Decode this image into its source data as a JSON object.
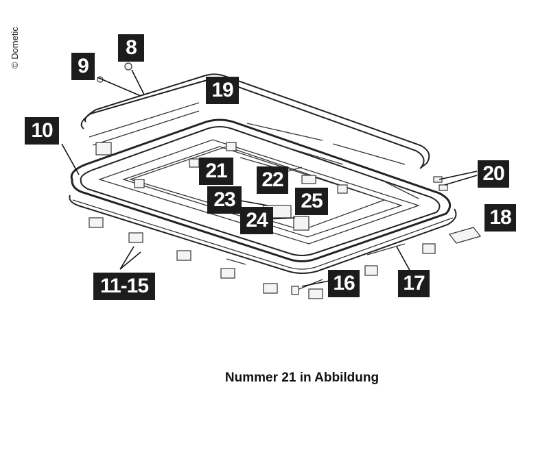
{
  "copyright": "© Dometic",
  "caption": "Nummer 21 in Abbildung",
  "callouts": {
    "c8": "8",
    "c9": "9",
    "c10": "10",
    "c11_15": "11-15",
    "c16": "16",
    "c17": "17",
    "c18": "18",
    "c19": "19",
    "c20": "20",
    "c21": "21",
    "c22": "22",
    "c23": "23",
    "c24": "24",
    "c25": "25"
  }
}
